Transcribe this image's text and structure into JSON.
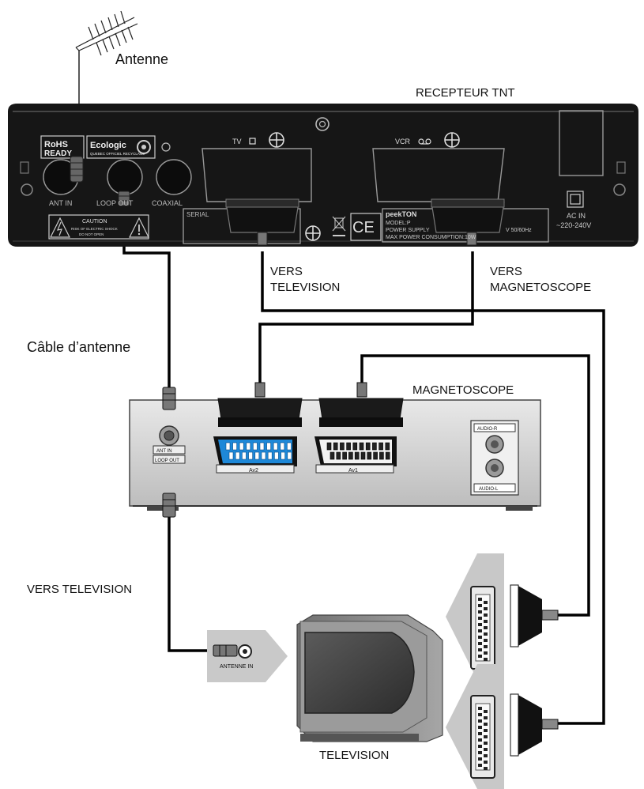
{
  "labels": {
    "antenne": "Antenne",
    "recepteur": "RECEPTEUR TNT",
    "vers_tv_1": "VERS",
    "vers_tv_2": "TELEVISION",
    "vers_magneto_1": "VERS",
    "vers_magneto_2": "MAGNETOSCOPE",
    "cable_antenne": "Câble d’antenne",
    "magnetoscope": "MAGNETOSCOPE",
    "vers_television": "VERS TELEVISION",
    "television": "TELEVISION"
  },
  "receiver": {
    "rohs_1": "RoHS",
    "rohs_2": "READY",
    "ecologic": "Ecologic",
    "ecologic_sub": "QUEBEC OFFICIEL RECYCLAGE",
    "ant_in": "ANT IN",
    "loop_out": "LOOP OUT",
    "coaxial": "COAXIAL",
    "serial": "SERIAL",
    "tv": "TV",
    "vcr": "VCR",
    "caution": "CAUTION",
    "caution_1": "RISK OF ELECTRIC SHOCK",
    "caution_2": "DO NOT OPEN",
    "brand": "peekTON",
    "model": "MODEL:P",
    "power_supply": "POWER SUPPLY",
    "power_supply_val": "V 50/60Hz",
    "max_power": "MAX POWER CONSUMPTION:10W",
    "ac_in_1": "AC IN",
    "ac_in_2": "~220-240V",
    "ce": "CE"
  },
  "vcr": {
    "ant_in": "ANT IN",
    "loop_out": "LOOP OUT",
    "av2": "Av2",
    "av1": "Av1",
    "audio_r": "AUDIO-R",
    "audio_l": "AUDIO-L"
  },
  "tv": {
    "antenne_in": "ANTENNE IN"
  },
  "colors": {
    "receiver_body": "#161616",
    "scart_blue": "#1e88d8",
    "cable": "#000000",
    "vcr_panel": "#d8d8d8",
    "tv_body": "#8a8a8a"
  }
}
